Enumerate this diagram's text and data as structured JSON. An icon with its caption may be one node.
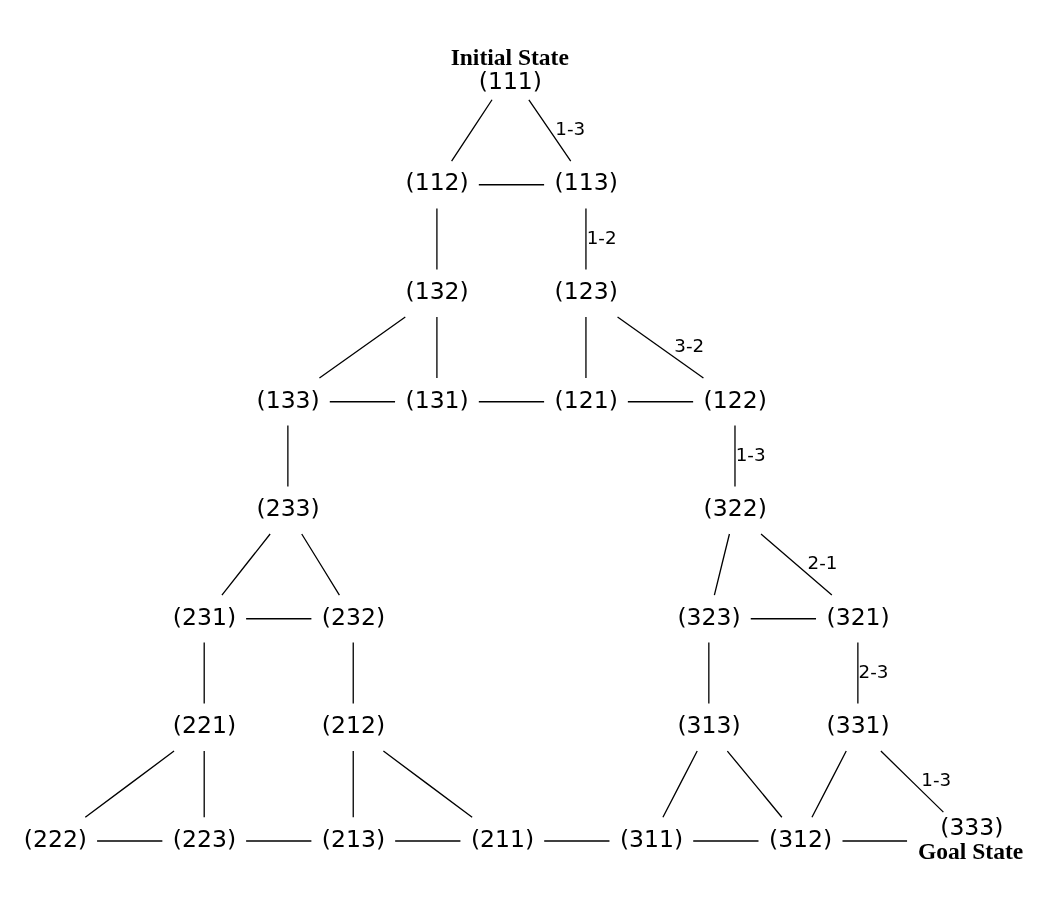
{
  "diagram": {
    "nodes": [
      {
        "text": [
          "(111)"
        ],
        "beside": [
          "Initial State"
        ]
      },
      {
        "text": [
          "(112)"
        ]
      },
      {
        "text": [
          "(113)"
        ]
      },
      {
        "text": [
          "(132)"
        ]
      },
      {
        "text": [
          "(123)"
        ]
      },
      {
        "text": [
          "(133)"
        ]
      },
      {
        "text": [
          "(131)"
        ]
      },
      {
        "text": [
          "(121)"
        ]
      },
      {
        "text": [
          "(122)"
        ]
      },
      {
        "text": [
          "(233)"
        ]
      },
      {
        "text": [
          "(322)"
        ]
      },
      {
        "text": [
          "(231)"
        ]
      },
      {
        "text": [
          "(232)"
        ]
      },
      {
        "text": [
          "(323)"
        ]
      },
      {
        "text": [
          "(321)"
        ]
      },
      {
        "text": [
          "(221)"
        ]
      },
      {
        "text": [
          "(212)"
        ]
      },
      {
        "text": [
          "(313)"
        ]
      },
      {
        "text": [
          "(331)"
        ]
      },
      {
        "text": [
          "(222)"
        ]
      },
      {
        "text": [
          "(223)"
        ]
      },
      {
        "text": [
          "(213)"
        ]
      },
      {
        "text": [
          "(211)"
        ]
      },
      {
        "text": [
          "(311)"
        ]
      },
      {
        "text": [
          "(312)"
        ]
      },
      {
        "text": [
          "(333)"
        ],
        "beside": [
          "Goal State"
        ]
      }
    ],
    "edges": [
      {
        "from": 0,
        "to": 1,
        "arrow": "none"
      },
      {
        "from": 0,
        "to": 2,
        "arrow": "none",
        "label": "1-3"
      },
      {
        "from": 1,
        "to": 2,
        "arrow": "none"
      },
      {
        "from": 1,
        "to": 3,
        "arrow": "none"
      },
      {
        "from": 2,
        "to": 4,
        "arrow": "none",
        "label": "1-2"
      },
      {
        "from": 3,
        "to": 5,
        "arrow": "none"
      },
      {
        "from": 3,
        "to": 6,
        "arrow": "none"
      },
      {
        "from": 4,
        "to": 7,
        "arrow": "none"
      },
      {
        "from": 4,
        "to": 8,
        "arrow": "none",
        "label": "3-2"
      },
      {
        "from": 5,
        "to": 6,
        "arrow": "none"
      },
      {
        "from": 6,
        "to": 7,
        "arrow": "none"
      },
      {
        "from": 7,
        "to": 8,
        "arrow": "none"
      },
      {
        "from": 5,
        "to": 9,
        "arrow": "none"
      },
      {
        "from": 8,
        "to": 10,
        "arrow": "none",
        "label": "1-3"
      },
      {
        "from": 9,
        "to": 11,
        "arrow": "none"
      },
      {
        "from": 9,
        "to": 12,
        "arrow": "none"
      },
      {
        "from": 10,
        "to": 13,
        "arrow": "none"
      },
      {
        "from": 10,
        "to": 14,
        "arrow": "none",
        "label": "2-1"
      },
      {
        "from": 11,
        "to": 12,
        "arrow": "none"
      },
      {
        "from": 13,
        "to": 14,
        "arrow": "none"
      },
      {
        "from": 11,
        "to": 15,
        "arrow": "none"
      },
      {
        "from": 12,
        "to": 16,
        "arrow": "none"
      },
      {
        "from": 13,
        "to": 17,
        "arrow": "none"
      },
      {
        "from": 14,
        "to": 18,
        "arrow": "none",
        "label": "2-3"
      },
      {
        "from": 15,
        "to": 19,
        "arrow": "none"
      },
      {
        "from": 15,
        "to": 20,
        "arrow": "none"
      },
      {
        "from": 16,
        "to": 21,
        "arrow": "none"
      },
      {
        "from": 16,
        "to": 22,
        "arrow": "none"
      },
      {
        "from": 17,
        "to": 23,
        "arrow": "none"
      },
      {
        "from": 17,
        "to": 24,
        "arrow": "none"
      },
      {
        "from": 18,
        "to": 24,
        "arrow": "none"
      },
      {
        "from": 18,
        "to": 25,
        "arrow": "none",
        "label": "1-3"
      },
      {
        "from": 19,
        "to": 20,
        "arrow": "none"
      },
      {
        "from": 20,
        "to": 21,
        "arrow": "none"
      },
      {
        "from": 21,
        "to": 22,
        "arrow": "none"
      },
      {
        "from": 22,
        "to": 23,
        "arrow": "none"
      },
      {
        "from": 23,
        "to": 24,
        "arrow": "none"
      },
      {
        "from": 24,
        "to": 25,
        "arrow": "none"
      }
    ]
  }
}
